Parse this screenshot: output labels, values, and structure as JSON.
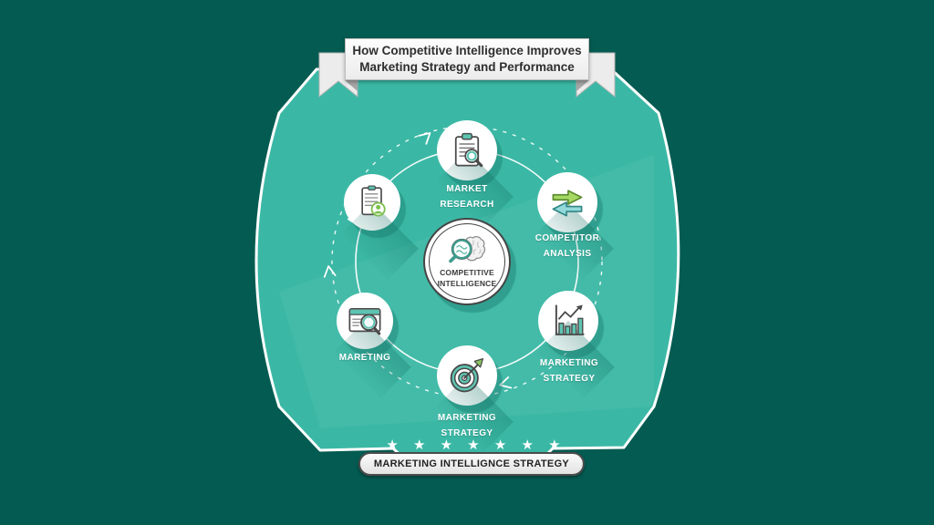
{
  "banner": {
    "title_line1": "How Competitive Intelligence Improves",
    "title_line2": "Marketing Strategy and Performance"
  },
  "center_node": {
    "icon": "brain-magnifier-icon",
    "label_line1": "COMPETITIVE",
    "label_line2": "INTELLIGENCE"
  },
  "nodes": {
    "report": {
      "icon": "document-user-badge-icon",
      "label": ""
    },
    "market_research": {
      "icon": "clipboard-magnifier-icon",
      "label": "MARKET RESEARCH"
    },
    "competitor_analysis": {
      "icon": "exchange-arrows-icon",
      "label": "COMPETITOR ANALYSIS"
    },
    "marketing_strategy_chart": {
      "icon": "bar-chart-growth-icon",
      "label": "MARKETING STRATEGY"
    },
    "marketing_strategy_target": {
      "icon": "target-dart-icon",
      "label": "MARKETING STRATEGY"
    },
    "mareting": {
      "icon": "browser-search-icon",
      "label": "MARETING"
    }
  },
  "footer": {
    "stars": "★ ★ ★ ★ ★ ★ ★",
    "stars_count": 7,
    "pill_label": "MARKETING INTELLIGNCE STRATEGY"
  },
  "colors": {
    "background": "#045B51",
    "panel": "#3BB8A5",
    "panel_shadow": "#1E8A78",
    "white": "#FFFFFF",
    "text_dark": "#333333",
    "accent_teal": "#5CC4B1",
    "arrow_green": "#A6D964",
    "arrow_cyan": "#93D9DA",
    "badge_green": "#7CBF4E"
  }
}
